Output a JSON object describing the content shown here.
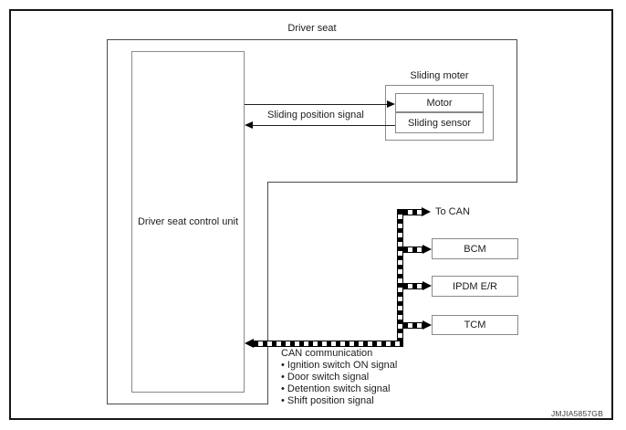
{
  "diagram": {
    "title": "Driver seat",
    "figure_id": "JMJIA5857GB"
  },
  "boxes": {
    "control_unit": "Driver seat control unit",
    "sliding_motor_group": "Sliding moter",
    "motor": "Motor",
    "sliding_sensor": "Sliding sensor"
  },
  "can_modules": [
    {
      "label": "BCM"
    },
    {
      "label": "IPDM E/R"
    },
    {
      "label": "TCM"
    }
  ],
  "labels": {
    "sliding_position_signal": "Sliding position signal",
    "to_can": "To CAN"
  },
  "can_notes": {
    "title": "CAN communication",
    "items": [
      "• Ignition switch ON signal",
      "• Door switch signal",
      "• Detention switch signal",
      "• Shift position signal"
    ]
  },
  "colors": {
    "line_black": "#000000",
    "box_border_gray": "#8a8a8a",
    "boundary_gray": "#4a4a4a"
  }
}
